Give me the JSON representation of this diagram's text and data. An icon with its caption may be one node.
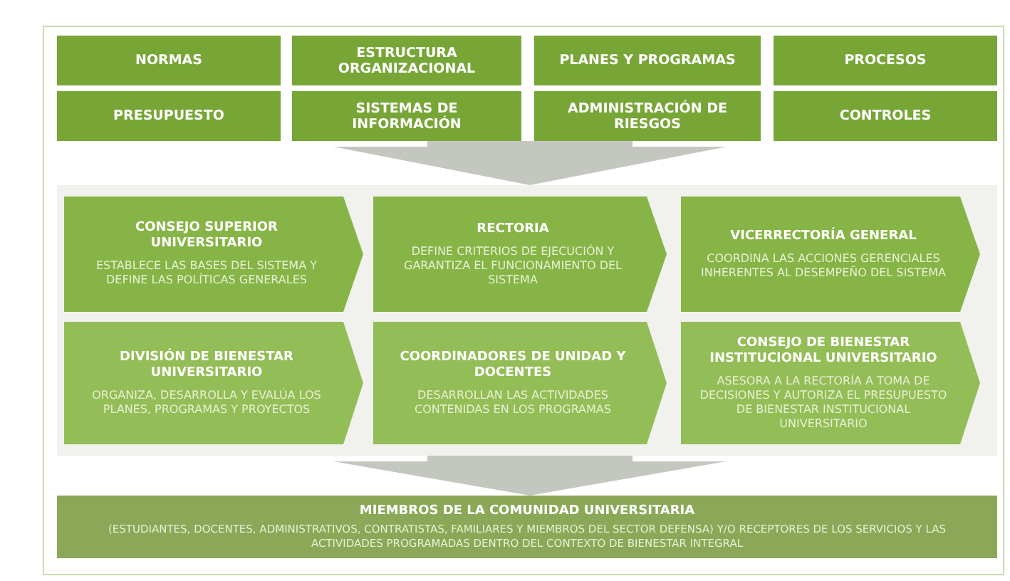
{
  "diagram": {
    "nodes": [
      {
        "text": [],
        "shape": "box"
      },
      {
        "text": [
          "NORMAS"
        ],
        "in": 0
      },
      {
        "text": [
          "ESTRUCTURA ORGANIZACIONAL"
        ],
        "in": 0
      },
      {
        "text": [
          "PLANES Y PROGRAMAS"
        ],
        "in": 0
      },
      {
        "text": [
          "PROCESOS"
        ],
        "in": 0
      },
      {
        "text": [
          "PRESUPUESTO"
        ],
        "in": 0
      },
      {
        "text": [
          "SISTEMAS DE INFORMACIÓN"
        ],
        "in": 0
      },
      {
        "text": [
          "ADMINISTRACIÓN DE RIESGOS"
        ],
        "in": 0
      },
      {
        "text": [
          "CONTROLES"
        ],
        "in": 0
      },
      {
        "text": [],
        "shape": "box"
      },
      {
        "text": [
          "CONSEJO SUPERIOR UNIVERSITARIO",
          "ESTABLECE LAS BASES DEL SISTEMA Y DEFINE LAS POLÍTICAS GENERALES"
        ],
        "in": 9
      },
      {
        "text": [
          "RECTORIA",
          "DEFINE CRITERIOS DE EJECUCIÓN Y GARANTIZA EL FUNCIONAMIENTO DEL SISTEMA"
        ],
        "in": 9
      },
      {
        "text": [
          "VICERRECTORÍA GENERAL",
          "COORDINA LAS ACCIONES GERENCIALES INHERENTES AL DESEMPEÑO DEL SISTEMA"
        ],
        "in": 9
      },
      {
        "text": [
          "DIVISIÓN DE BIENESTAR UNIVERSITARIO",
          "ORGANIZA, DESARROLLA Y EVALÚA LOS PLANES, PROGRAMAS Y PROYECTOS"
        ],
        "in": 9
      },
      {
        "text": [
          "COORDINADORES DE UNIDAD Y DOCENTES",
          "DESARROLLAN LAS ACTIVIDADES CONTENIDAS EN LOS PROGRAMAS"
        ],
        "in": 9
      },
      {
        "text": [
          "CONSEJO DE BIENESTAR INSTITUCIONAL UNIVERSITARIO",
          "ASESORA A LA RECTORÍA A TOMA DE DECISIONES Y AUTORIZA EL PRESUPUESTO DE BIENESTAR INSTITUCIONAL UNIVERSITARIO"
        ],
        "in": 9
      },
      {
        "text": [
          "MIEMBROS DE LA COMUNIDAD UNIVERSITARIA",
          "(ESTUDIANTES, DOCENTES, ADMINISTRATIVOS, CONTRATISTAS, FAMILIARES Y MIEMBROS DEL SECTOR DEFENSA) Y/O RECEPTORES DE LOS SERVICIOS Y LAS ACTIVIDADES PROGRAMADAS DENTRO DEL CONTEXTO DE BIENESTAR INTEGRAL"
        ]
      }
    ],
    "edges": [
      {
        "from": 0,
        "to": 9,
        "arrow": "to"
      },
      {
        "from": 9,
        "to": 16,
        "arrow": "to"
      }
    ]
  }
}
